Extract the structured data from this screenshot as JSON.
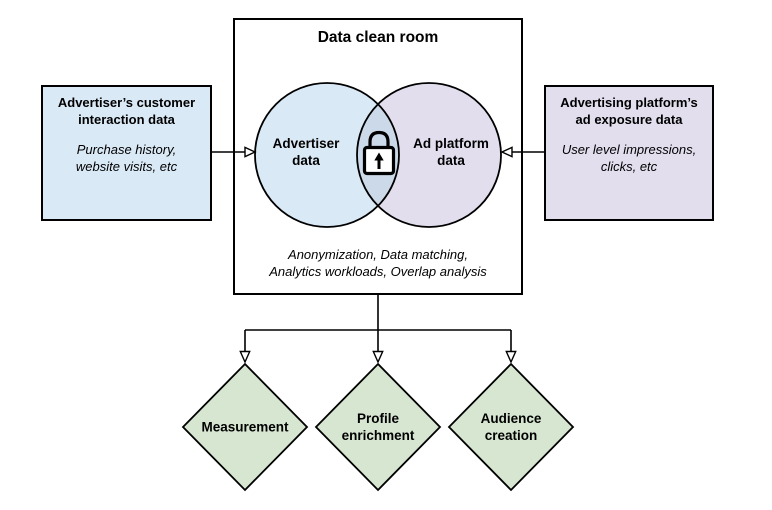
{
  "diagram": {
    "clean_room": {
      "title": "Data clean room",
      "operations": "Anonymization, Data matching,\nAnalytics workloads, Overlap analysis",
      "venn": {
        "left_label": "Advertiser\ndata",
        "right_label": "Ad platform\ndata",
        "lock_icon": "padlock-privacy"
      }
    },
    "left_box": {
      "title": "Advertiser’s customer\ninteraction data",
      "subtitle": "Purchase history,\nwebsite visits, etc"
    },
    "right_box": {
      "title": "Advertising platform’s\nad exposure data",
      "subtitle": "User level impressions,\nclicks, etc"
    },
    "outputs": [
      {
        "label": "Measurement"
      },
      {
        "label": "Profile\nenrichment"
      },
      {
        "label": "Audience\ncreation"
      }
    ],
    "colors": {
      "left_fill": "#dae9f6",
      "right_fill": "#e2deee",
      "overlap_fill": "#ccd9e8",
      "diamond_fill": "#d6e6d0",
      "stroke": "#000000",
      "background": "#ffffff"
    }
  }
}
